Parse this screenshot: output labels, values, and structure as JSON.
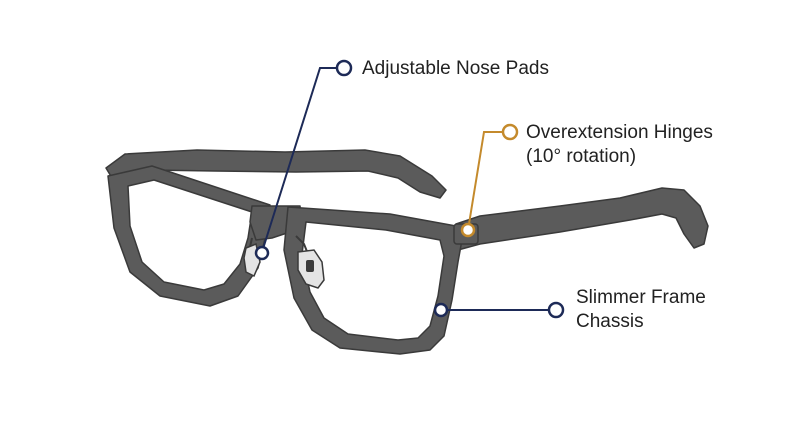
{
  "callouts": {
    "nose_pads": {
      "lines": [
        "Adjustable Nose Pads"
      ],
      "color": "#1d2a57"
    },
    "hinges": {
      "lines": [
        "Overextension Hinges",
        "(10° rotation)"
      ],
      "color": "#c48a2c"
    },
    "frame": {
      "lines": [
        "Slimmer Frame",
        "Chassis"
      ],
      "color": "#1d2a57"
    }
  },
  "colors": {
    "frame_fill": "#5b5b5b",
    "frame_edge": "#3a3a3a",
    "lens_fill": "#ffffff",
    "pad_fill": "#e4e4e4"
  }
}
